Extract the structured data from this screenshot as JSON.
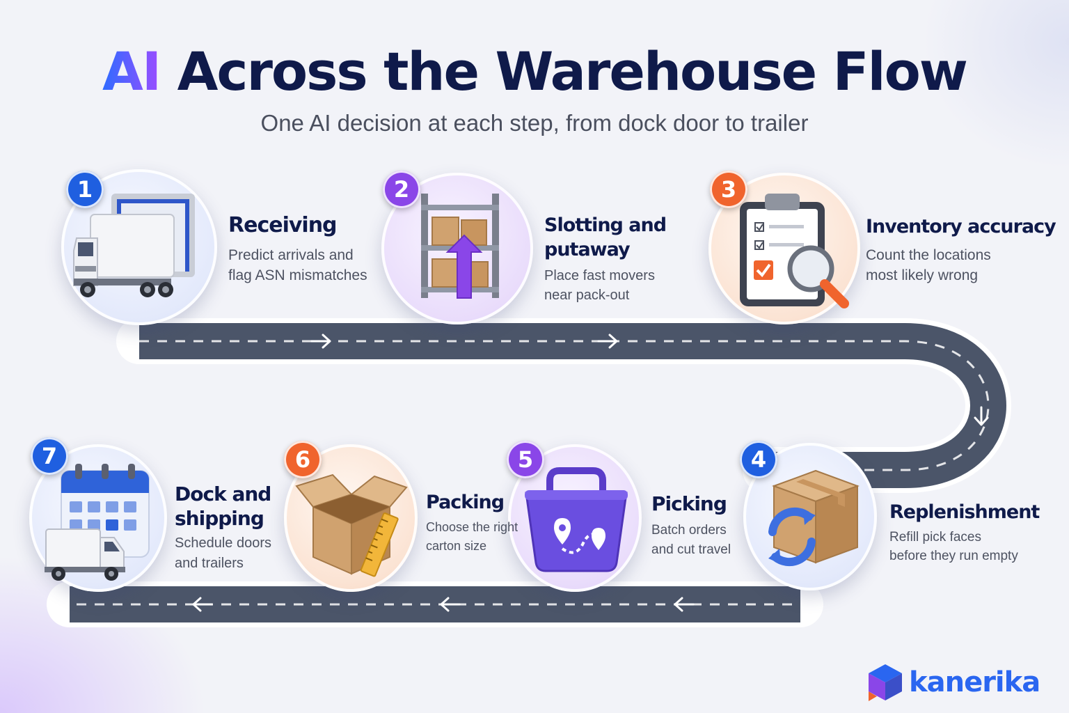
{
  "title": {
    "highlight": "AI",
    "rest": "Across the Warehouse Flow"
  },
  "subtitle": "One AI decision at each step, from dock door to trailer",
  "steps": [
    {
      "number": "1",
      "title_lines": [
        "Receiving"
      ],
      "desc_lines": [
        "Predict arrivals and",
        "flag ASN mismatches"
      ],
      "icon": "truck-at-dock-icon",
      "accent": "#1f5fe0"
    },
    {
      "number": "2",
      "title_lines": [
        "Slotting and",
        "putaway"
      ],
      "desc_lines": [
        "Place fast movers",
        "near pack-out"
      ],
      "icon": "shelving-arrow-icon",
      "accent": "#8a46e8"
    },
    {
      "number": "3",
      "title_lines": [
        "Inventory accuracy"
      ],
      "desc_lines": [
        "Count the locations",
        "most likely wrong"
      ],
      "icon": "clipboard-magnifier-icon",
      "accent": "#f0642d"
    },
    {
      "number": "4",
      "title_lines": [
        "Replenishment"
      ],
      "desc_lines": [
        "Refill pick faces",
        "before they run empty"
      ],
      "icon": "box-refresh-icon",
      "accent": "#1f5fe0"
    },
    {
      "number": "5",
      "title_lines": [
        "Picking"
      ],
      "desc_lines": [
        "Batch orders",
        "and cut travel"
      ],
      "icon": "basket-route-icon",
      "accent": "#8a46e8"
    },
    {
      "number": "6",
      "title_lines": [
        "Packing"
      ],
      "desc_lines": [
        "Choose the right",
        "carton size"
      ],
      "icon": "open-box-ruler-icon",
      "accent": "#f0642d"
    },
    {
      "number": "7",
      "title_lines": [
        "Dock and",
        "shipping"
      ],
      "desc_lines": [
        "Schedule doors",
        "and trailers"
      ],
      "icon": "calendar-truck-icon",
      "accent": "#1f5fe0"
    }
  ],
  "brand": {
    "name": "kanerika",
    "colors": [
      "#2a66f0",
      "#8a46e8",
      "#f0642d"
    ]
  },
  "colors": {
    "road": "#4b5569",
    "heading": "#0f1a4a",
    "ai_gradient": [
      "#2f6bff",
      "#9b4dff"
    ]
  }
}
